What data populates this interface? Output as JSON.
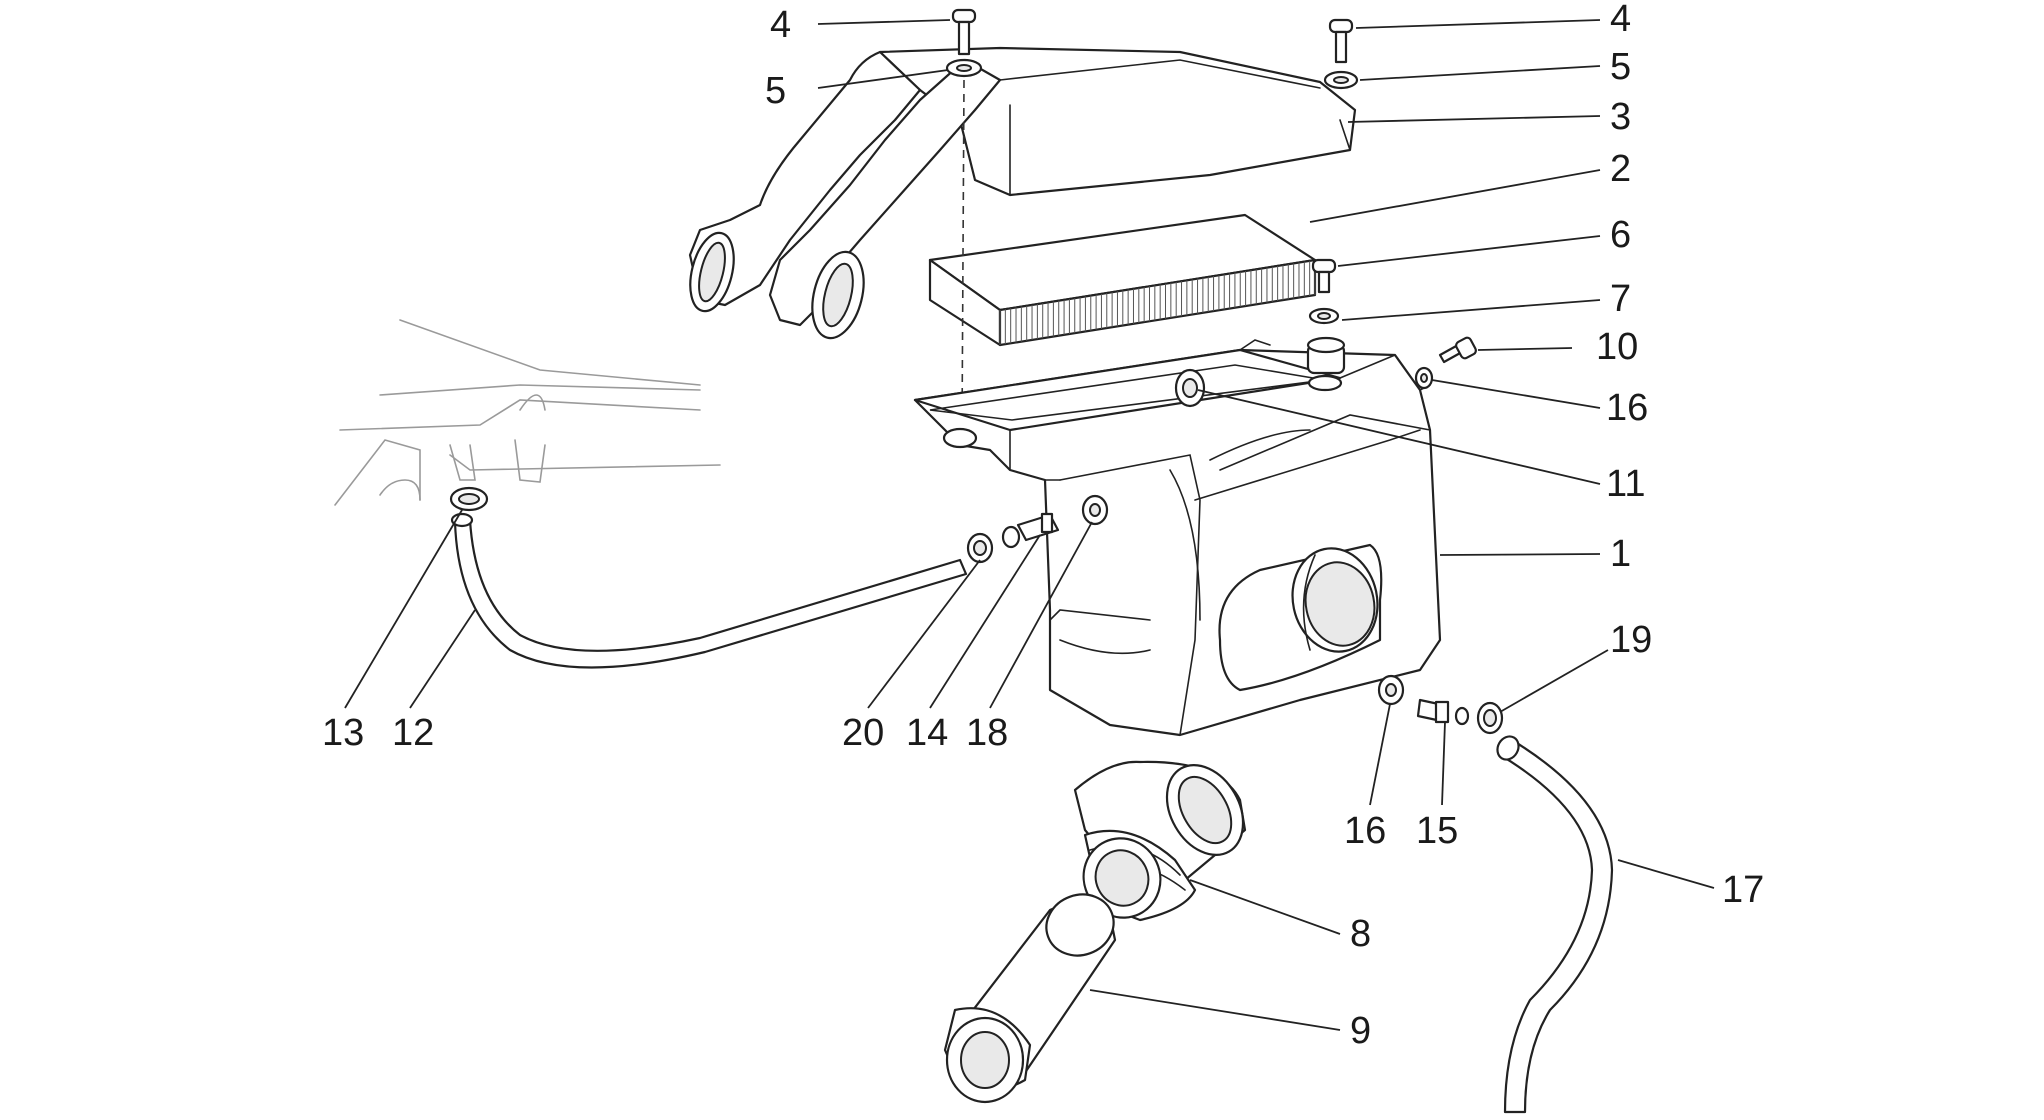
{
  "diagram": {
    "callouts": [
      {
        "id": "c4a",
        "label": "4"
      },
      {
        "id": "c5a",
        "label": "5"
      },
      {
        "id": "c4b",
        "label": "4"
      },
      {
        "id": "c5b",
        "label": "5"
      },
      {
        "id": "c3",
        "label": "3"
      },
      {
        "id": "c2",
        "label": "2"
      },
      {
        "id": "c6",
        "label": "6"
      },
      {
        "id": "c7",
        "label": "7"
      },
      {
        "id": "c10",
        "label": "10"
      },
      {
        "id": "c16a",
        "label": "16"
      },
      {
        "id": "c11",
        "label": "11"
      },
      {
        "id": "c1",
        "label": "1"
      },
      {
        "id": "c19",
        "label": "19"
      },
      {
        "id": "c13",
        "label": "13"
      },
      {
        "id": "c12",
        "label": "12"
      },
      {
        "id": "c20",
        "label": "20"
      },
      {
        "id": "c14",
        "label": "14"
      },
      {
        "id": "c18",
        "label": "18"
      },
      {
        "id": "c16b",
        "label": "16"
      },
      {
        "id": "c15",
        "label": "15"
      },
      {
        "id": "c17",
        "label": "17"
      },
      {
        "id": "c8",
        "label": "8"
      },
      {
        "id": "c9",
        "label": "9"
      }
    ]
  }
}
